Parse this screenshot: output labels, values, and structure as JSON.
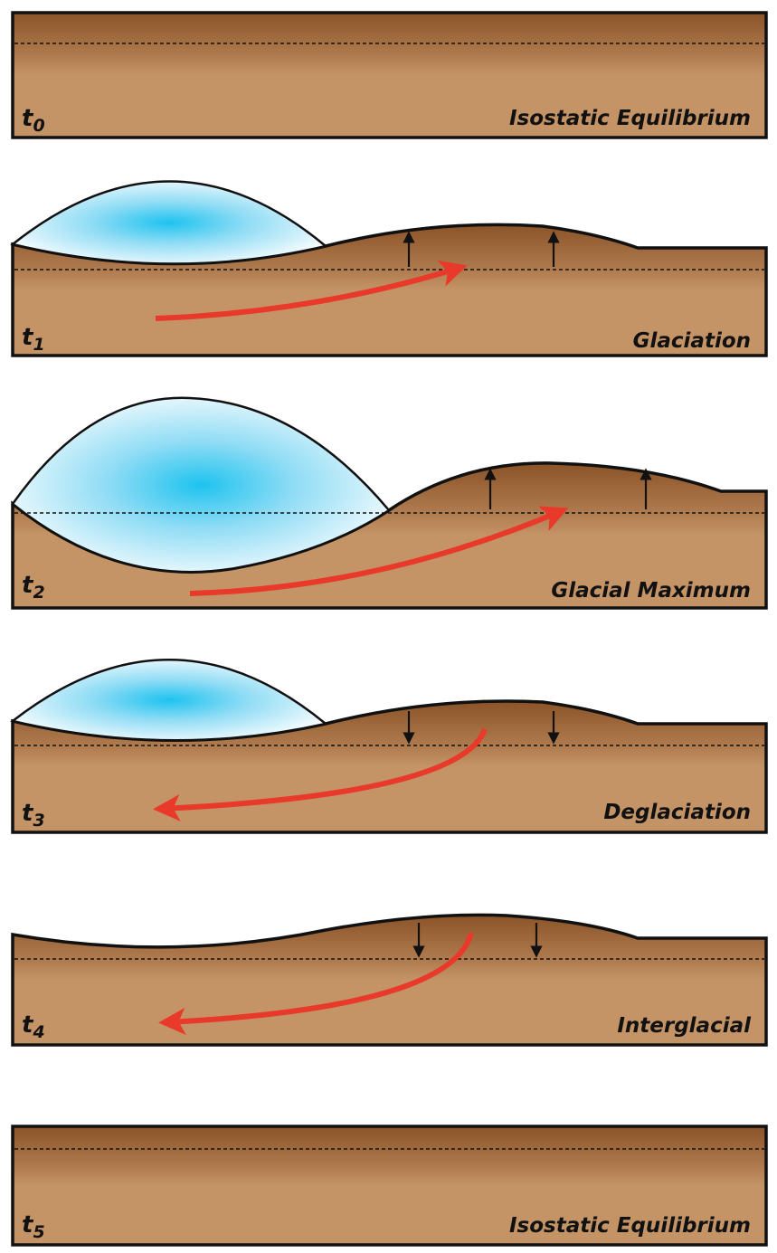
{
  "colors": {
    "crust_top": "#8a5328",
    "crust_bottom": "#c49466",
    "ice_center": "#1ec3ef",
    "ice_edge": "#f3fbfe",
    "flow_arrow": "#e8392a",
    "outline": "#111111"
  },
  "panels": [
    {
      "stage": "t",
      "sub": "0",
      "title": "Isostatic Equilibrium",
      "ice": "none",
      "uplift": "none",
      "flow": "none"
    },
    {
      "stage": "t",
      "sub": "1",
      "title": "Glaciation",
      "ice": "medium",
      "uplift": "up",
      "flow": "outward"
    },
    {
      "stage": "t",
      "sub": "2",
      "title": "Glacial Maximum",
      "ice": "large",
      "uplift": "up",
      "flow": "outward"
    },
    {
      "stage": "t",
      "sub": "3",
      "title": "Deglaciation",
      "ice": "medium",
      "uplift": "down",
      "flow": "inward"
    },
    {
      "stage": "t",
      "sub": "4",
      "title": "Interglacial",
      "ice": "none",
      "uplift": "down",
      "flow": "inward"
    },
    {
      "stage": "t",
      "sub": "5",
      "title": "Isostatic Equilibrium",
      "ice": "none",
      "uplift": "none",
      "flow": "none"
    }
  ]
}
